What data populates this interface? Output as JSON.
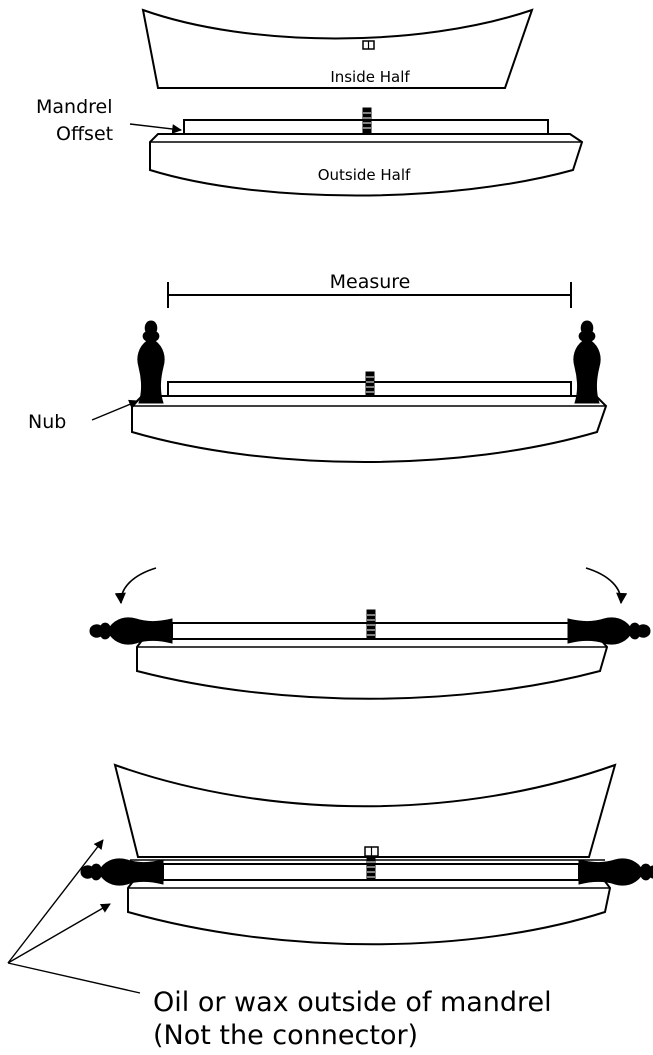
{
  "labels": {
    "inside_half": "Inside Half",
    "mandrel_offset_line1": "Mandrel",
    "mandrel_offset_line2": "Offset",
    "outside_half": "Outside Half",
    "measure": "Measure",
    "nub": "Nub",
    "oil_note_line1": "Oil or wax outside of mandrel",
    "oil_note_line2": "(Not the connector)"
  },
  "colors": {
    "ink": "#000000",
    "paper": "#ffffff"
  }
}
